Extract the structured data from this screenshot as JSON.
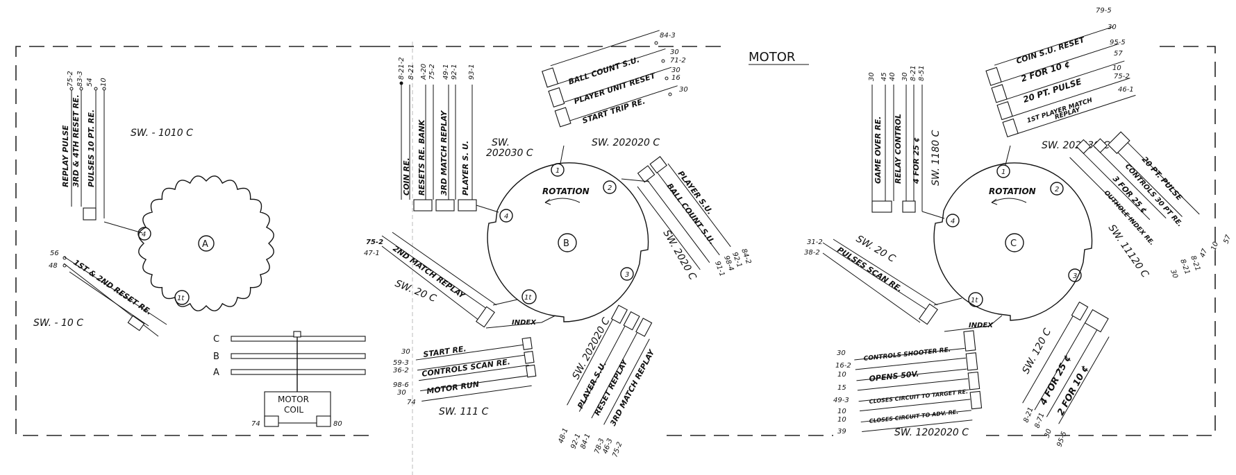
{
  "title": "MOTOR",
  "rotation_label": "ROTATION",
  "index_label": "INDEX",
  "cams": {
    "a": "A",
    "b": "B",
    "c": "C"
  },
  "positions": {
    "p1": "1",
    "p2": "2",
    "p3": "3",
    "p4": "4",
    "p1t": "1t"
  },
  "motor": {
    "coil_label_1": "MOTOR",
    "coil_label_2": "COIL",
    "shaft_labels": [
      "C",
      "B",
      "A"
    ],
    "terminals": [
      "74",
      "80"
    ]
  },
  "switches": {
    "a_top": {
      "name": "SW. - 1010 C",
      "wires": [
        {
          "label": "REPLAY PULSE",
          "term": "75-2"
        },
        {
          "label": "3RD & 4TH RESET RE.",
          "term": "83-3"
        },
        {
          "label": "PULSES 10 PT. RE.",
          "term": "54"
        },
        {
          "label": "",
          "term": "10"
        }
      ]
    },
    "a_bottom": {
      "name": "SW. - 10 C",
      "label": "1ST & 2ND RESET RE.",
      "terms": [
        "56",
        "48"
      ]
    },
    "b_top_left": {
      "name_1": "SW.",
      "name_2": "202030 C",
      "wires": [
        {
          "label": "COIN RE.",
          "term": "8-21-2"
        },
        {
          "label": "RESETS RE. BANK",
          "term": "8-21"
        },
        {
          "label": "3RD MATCH REPLAY",
          "term": "A-20"
        },
        {
          "label": "PLAYER S. U.",
          "term": "75-2"
        },
        {
          "label": "",
          "term": "49-1"
        },
        {
          "label": "",
          "term": "92-1"
        },
        {
          "label": "",
          "term": "93-1"
        }
      ]
    },
    "b_top_right": {
      "name": "SW. 202020 C",
      "wires": [
        {
          "label": "BALL COUNT S.U.",
          "term": "84-3"
        },
        {
          "label": "PLAYER UNIT RESET",
          "term": "30"
        },
        {
          "label": "",
          "term": "71-2"
        },
        {
          "label": "START TRIP RE.",
          "term": "30"
        },
        {
          "label": "",
          "term": "16"
        },
        {
          "label": "",
          "term": "30"
        }
      ]
    },
    "b_right": {
      "name": "SW. 2020 C",
      "wires": [
        {
          "label": "PLAYER S.U.",
          "term": "84-2"
        },
        {
          "label": "BALL COUNT S.U.",
          "term": "92-1"
        },
        {
          "label": "",
          "term": "98-4"
        },
        {
          "label": "",
          "term": "91-1"
        }
      ]
    },
    "b_left": {
      "name": "SW. 20 C",
      "label": "2ND MATCH REPLAY",
      "terms": [
        "75-2",
        "47-1"
      ]
    },
    "b_bottom_left": {
      "name": "SW. 111 C",
      "wires": [
        {
          "label": "START RE.",
          "terms": [
            "30"
          ]
        },
        {
          "label": "CONTROLS SCAN RE.",
          "terms": [
            "59-3",
            "36-2"
          ]
        },
        {
          "label": "MOTOR RUN",
          "terms": [
            "98-6",
            "30",
            "74"
          ]
        }
      ]
    },
    "b_bottom_right": {
      "name": "SW. 202020 C",
      "wires": [
        {
          "label": "PLAYER S.U.",
          "terms": [
            "48-1"
          ]
        },
        {
          "label": "RESET REPLAY",
          "terms": [
            "92-1",
            "84-1"
          ]
        },
        {
          "label": "3RD MATCH REPLAY",
          "terms": [
            "78-3",
            "46-3",
            "75-2"
          ]
        }
      ]
    },
    "c_top_left": {
      "name": "SW. 1180 C",
      "wires": [
        {
          "label": "GAME OVER RE.",
          "term": "30"
        },
        {
          "label": "RELAY CONTROL",
          "term": "45"
        },
        {
          "label": "",
          "term": "40"
        },
        {
          "label": "4 FOR 25 ¢",
          "term": "30"
        },
        {
          "label": "",
          "term": "8-21"
        },
        {
          "label": "",
          "term": "8-51"
        }
      ]
    },
    "c_top_right": {
      "name": "SW. 202030 C",
      "wires": [
        {
          "label": "COIN S.U. RESET",
          "term": "79-5"
        },
        {
          "label": "2 FOR 10 ¢",
          "term": "30"
        },
        {
          "label": "",
          "term": "95-5"
        },
        {
          "label": "20 PT. PULSE",
          "term": "57"
        },
        {
          "label": "",
          "term": "10"
        },
        {
          "label": "1ST PLAYER MATCH",
          "term": "75-2"
        },
        {
          "label": "REPLAY",
          "term": "46-1"
        }
      ]
    },
    "c_right": {
      "name": "SW. 11120 C",
      "wires": [
        {
          "label": "20 PT. PULSE",
          "term": "57"
        },
        {
          "label": "CONTROLS 30 PT RE.",
          "term": "10"
        },
        {
          "label": "3 FOR 25 ¢",
          "term": "47"
        },
        {
          "label": "OUTHOLE INDEX RE.",
          "term": "8-21"
        },
        {
          "label": "",
          "term": "8-21"
        },
        {
          "label": "",
          "term": "30"
        }
      ]
    },
    "c_left": {
      "name": "SW. 20 C",
      "label": "PULSES SCAN RE.",
      "terms": [
        "31-2",
        "38-2"
      ]
    },
    "c_bottom_left": {
      "name": "SW. 1202020 C",
      "wires": [
        {
          "label": "CONTROLS SHOOTER RE.",
          "terms": [
            "30",
            "16-2"
          ]
        },
        {
          "label": "OPENS 50V.",
          "terms": [
            "10",
            "15"
          ]
        },
        {
          "label": "CLOSES CIRCUIT TO TARGET RE.",
          "terms": [
            "49-3",
            "10"
          ]
        },
        {
          "label": "CLOSES CIRCUIT TO ADV. RE.",
          "terms": [
            "10",
            "39"
          ]
        }
      ]
    },
    "c_bottom_right": {
      "name": "SW. 120 C",
      "wires": [
        {
          "label": "4 FOR 25 ¢",
          "terms": [
            "8-21"
          ]
        },
        {
          "label": "2 FOR 10 ¢",
          "terms": [
            "8-71",
            "30"
          ]
        },
        {
          "label": "",
          "terms": [
            "95-5"
          ]
        }
      ]
    }
  }
}
